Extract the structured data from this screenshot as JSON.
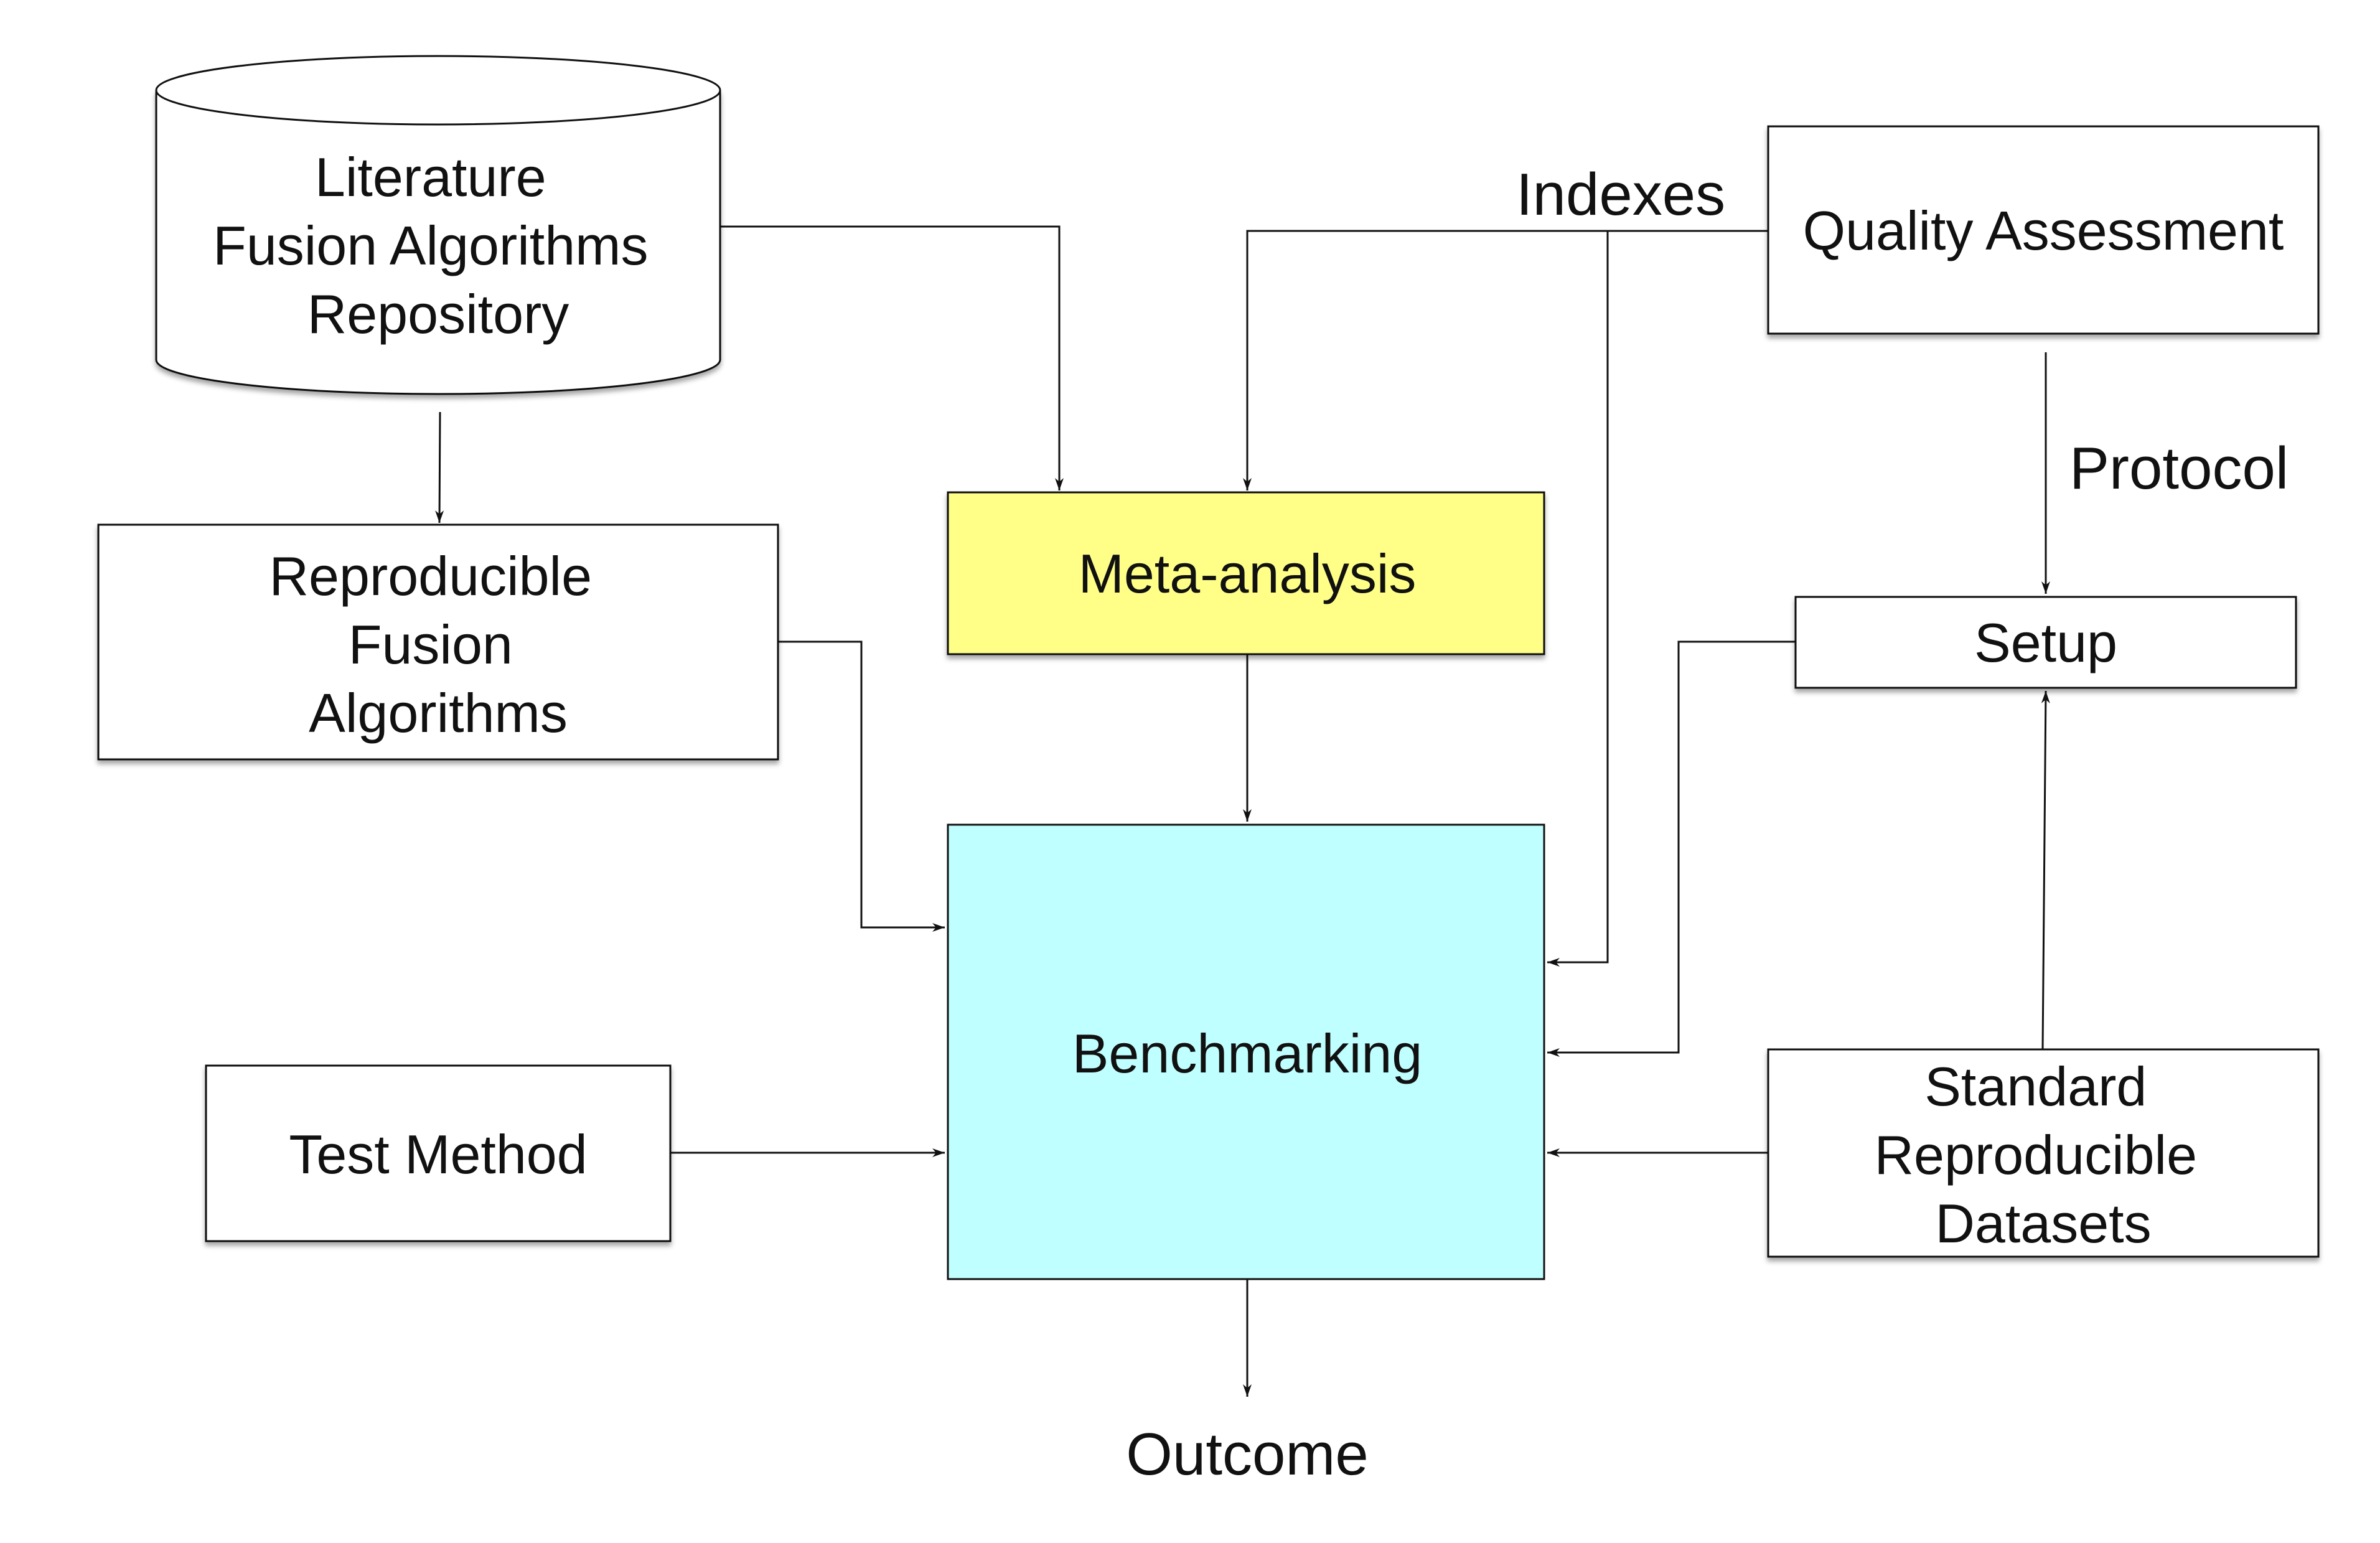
{
  "colors": {
    "meta_fill": "#FFFF88",
    "bench_fill": "#C0FFFF",
    "node_fill": "#FFFFFF",
    "stroke": "#111111"
  },
  "nodes": {
    "repository": {
      "lines": [
        "Literature",
        "Fusion Algorithms",
        "Repository"
      ]
    },
    "reproducible": {
      "lines": [
        "Reproducible",
        "Fusion",
        "Algorithms"
      ]
    },
    "meta": {
      "lines": [
        "Meta-analysis"
      ]
    },
    "quality": {
      "lines": [
        "Quality Assessment"
      ]
    },
    "setup": {
      "lines": [
        "Setup"
      ]
    },
    "benchmarking": {
      "lines": [
        "Benchmarking"
      ]
    },
    "test": {
      "lines": [
        "Test Method"
      ]
    },
    "datasets": {
      "lines": [
        "Standard",
        "Reproducible",
        "Datasets"
      ]
    },
    "outcome": {
      "lines": [
        "Outcome"
      ]
    }
  },
  "edge_labels": {
    "indexes": "Indexes",
    "protocol": "Protocol"
  },
  "edges": [
    {
      "from": "repository",
      "to": "meta"
    },
    {
      "from": "repository",
      "to": "reproducible"
    },
    {
      "from": "quality",
      "to": "meta",
      "label": "indexes"
    },
    {
      "from": "quality",
      "to": "benchmarking",
      "label": "indexes"
    },
    {
      "from": "quality",
      "to": "setup",
      "label": "protocol"
    },
    {
      "from": "meta",
      "to": "benchmarking"
    },
    {
      "from": "reproducible",
      "to": "benchmarking"
    },
    {
      "from": "setup",
      "to": "benchmarking"
    },
    {
      "from": "test",
      "to": "benchmarking"
    },
    {
      "from": "datasets",
      "to": "benchmarking"
    },
    {
      "from": "datasets",
      "to": "setup"
    },
    {
      "from": "benchmarking",
      "to": "outcome"
    }
  ]
}
